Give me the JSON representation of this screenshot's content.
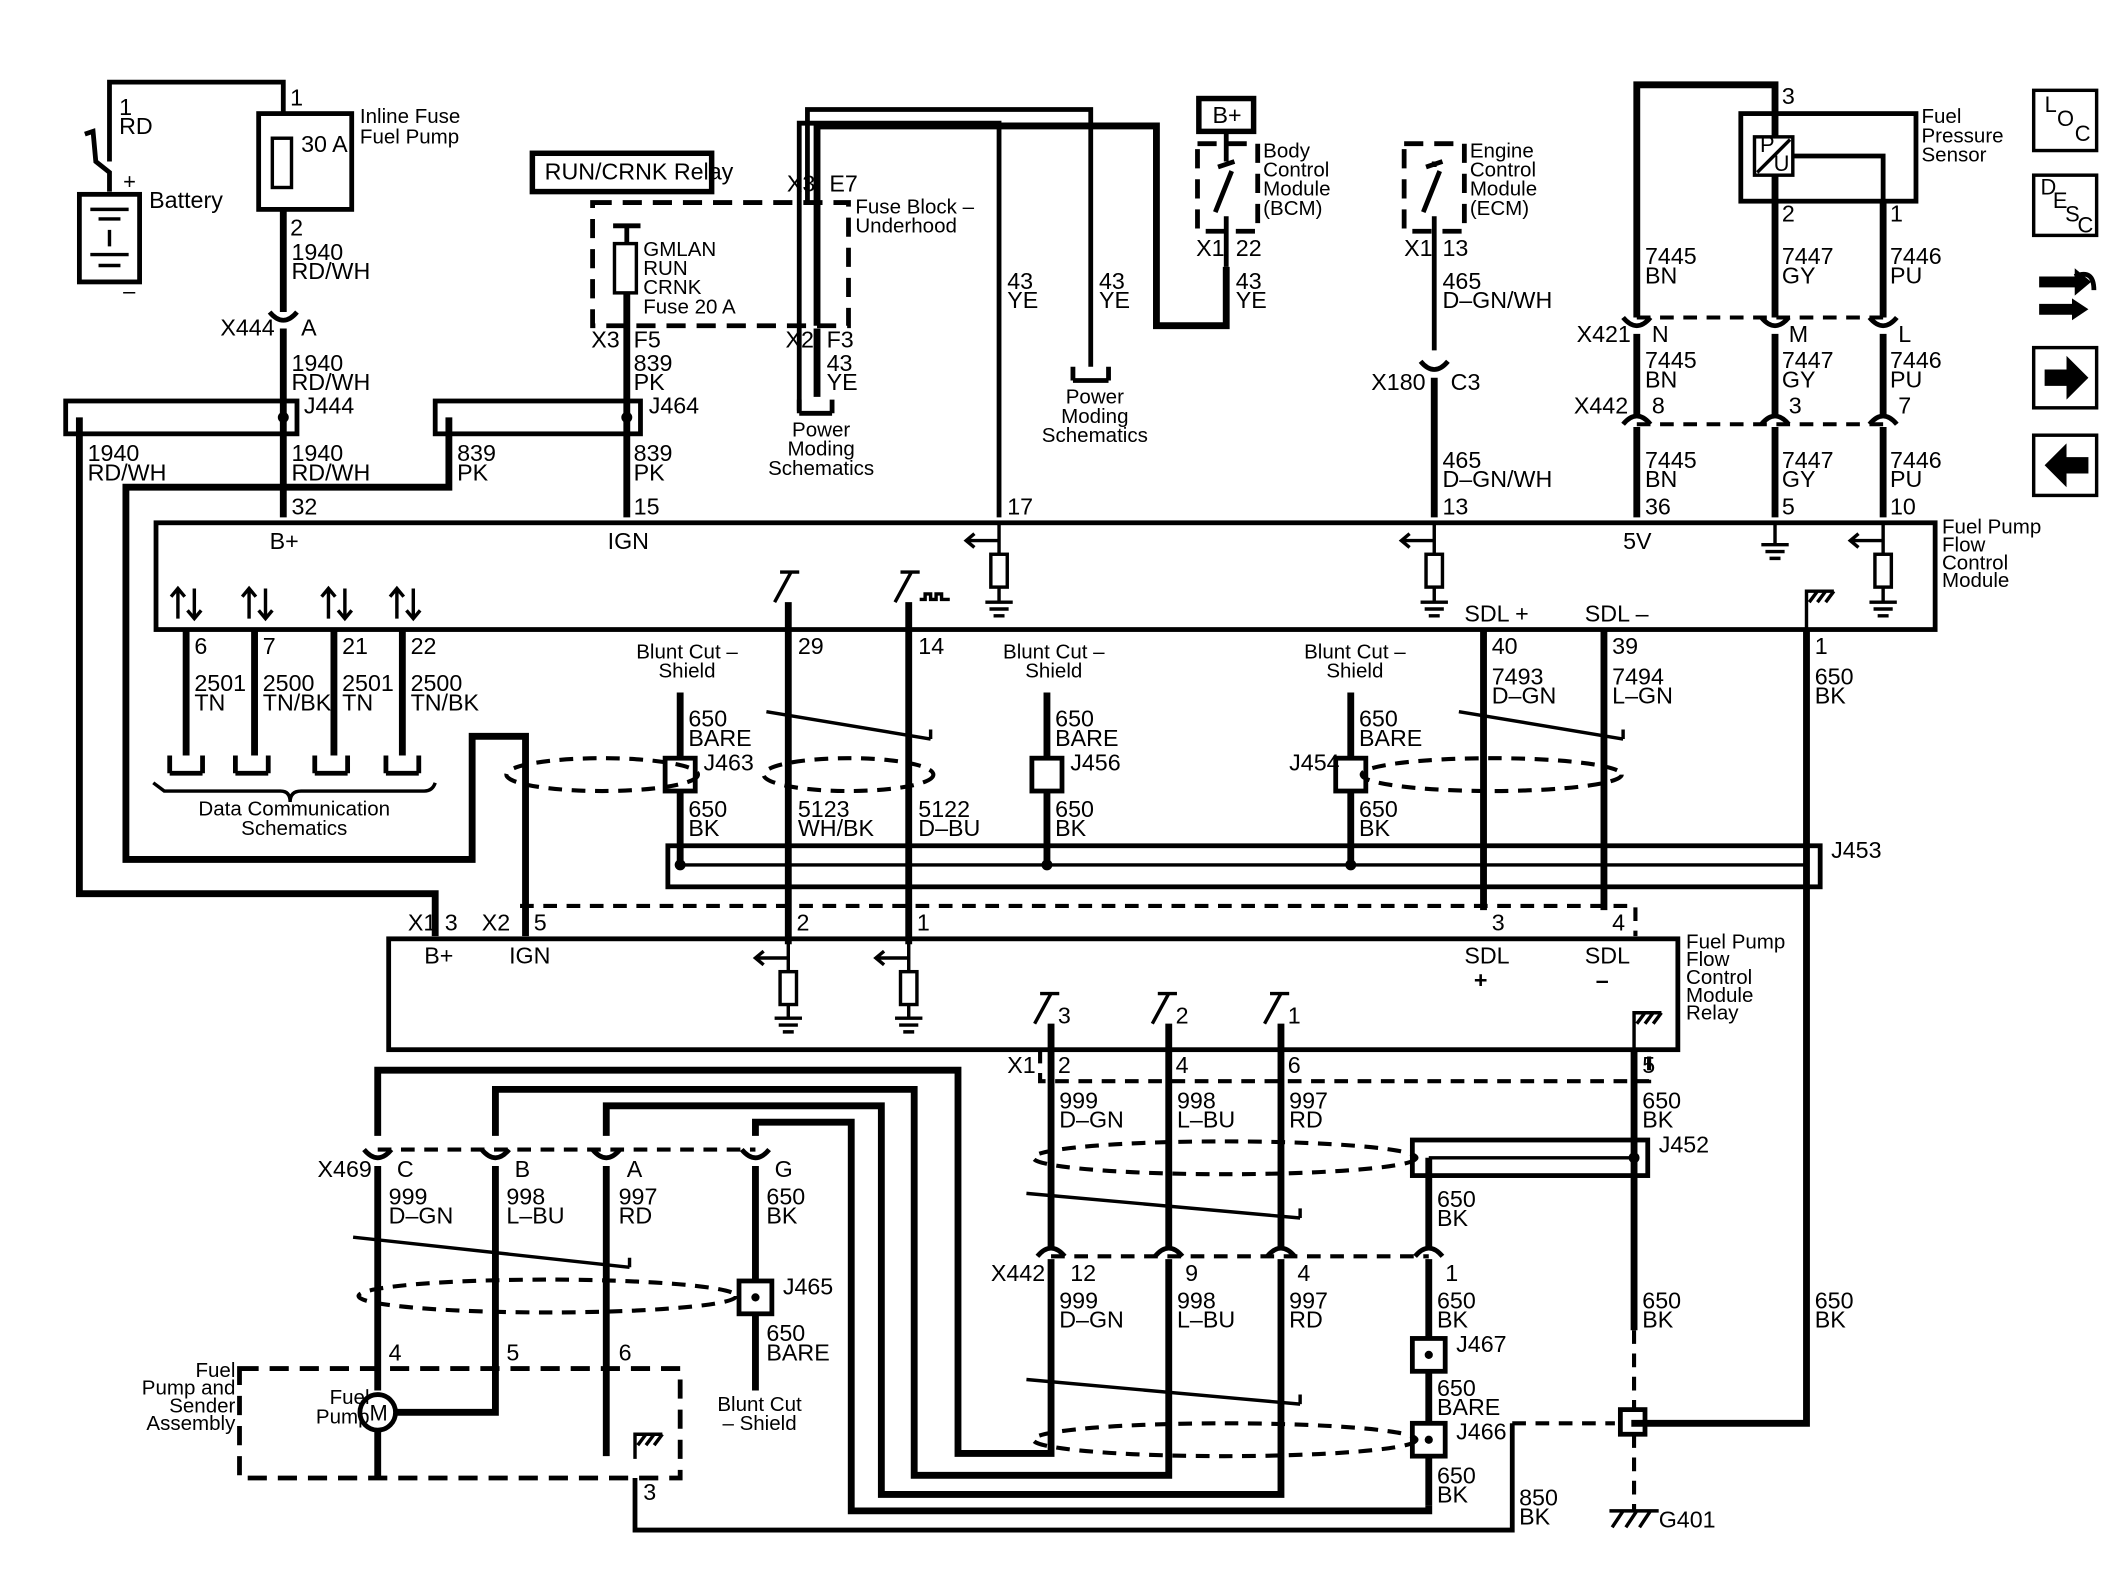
{
  "fuse": {
    "id": "1",
    "wire_in": "1",
    "wire_in_color": "RD",
    "rating": "30 A",
    "name": "Inline Fuse Fuel Pump",
    "pin_out": "2"
  },
  "battery": {
    "label": "Battery"
  },
  "relay_box": {
    "label": "RUN/CRNK Relay"
  },
  "gmlan_fuse": {
    "label": "GMLAN RUN CRNK Fuse 20 A"
  },
  "fuse_block": {
    "label": "Fuse Block – Underhood"
  },
  "bplus_box": {
    "label": "B+"
  },
  "bcm": {
    "label": "Body Control Module (BCM)"
  },
  "ecm": {
    "label": "Engine Control Module (ECM)"
  },
  "sensor": {
    "label": "Fuel Pressure Sensor"
  },
  "power_moding": {
    "label": "Power Moding Schematics"
  },
  "data_comm": {
    "label": "Data Communication Schematics"
  },
  "fpfcm": {
    "label": "Fuel Pump Flow Control Module",
    "bplus": "B+",
    "ign": "IGN",
    "sdl_plus": "SDL +",
    "sdl_minus": "SDL –",
    "v5": "5V"
  },
  "relay": {
    "label": "Fuel Pump Flow Control Module Relay",
    "bplus": "B+",
    "ign": "IGN",
    "sdl": "SDL"
  },
  "pump_assy": {
    "label": "Fuel Pump and Sender Assembly",
    "pump": "Fuel Pump",
    "motor": "M"
  },
  "shield": {
    "label": "Blunt Cut – Shield"
  },
  "ground": {
    "label": "G401"
  },
  "nav": {
    "loc": "LOC",
    "desc": "DESC"
  },
  "labels": {
    "w1940": "1940",
    "rdwh": "RD/WH",
    "w839": "839",
    "pk": "PK",
    "w43": "43",
    "ye": "YE",
    "w465": "465",
    "dgnwh": "D–GN/WH",
    "w7445": "7445",
    "bn": "BN",
    "w7447": "7447",
    "gy": "GY",
    "w7446": "7446",
    "pu": "PU",
    "w2501": "2501",
    "tn": "TN",
    "w2500": "2500",
    "tnbk": "TN/BK",
    "w650": "650",
    "bare": "BARE",
    "bk": "BK",
    "w5123": "5123",
    "whbk": "WH/BK",
    "w5122": "5122",
    "dbu": "D–BU",
    "w7493": "7493",
    "dgn": "D–GN",
    "w7494": "7494",
    "lgn": "L–GN",
    "w999": "999",
    "w998": "998",
    "lbu": "L–BU",
    "w997": "997",
    "rd": "RD",
    "w850": "850"
  },
  "connectors": {
    "x444": "X444",
    "x3": "X3",
    "x2": "X2",
    "x1": "X1",
    "x180": "X180",
    "x421": "X421",
    "x442": "X442",
    "x469": "X469",
    "j444": "J444",
    "j464": "J464",
    "j463": "J463",
    "j456": "J456",
    "j454": "J454",
    "j453": "J453",
    "j452": "J452",
    "j465": "J465",
    "j467": "J467",
    "j466": "J466"
  },
  "pins": {
    "a": "A",
    "f5": "F5",
    "f3": "F3",
    "e7": "E7",
    "p22": "22",
    "p13": "13",
    "c3": "C3",
    "n": "N",
    "m": "M",
    "l": "L",
    "p8": "8",
    "p3": "3",
    "p7": "7",
    "p32": "32",
    "p15": "15",
    "p17": "17",
    "p36": "36",
    "p5": "5",
    "p10": "10",
    "p6": "6",
    "p21": "21",
    "p29": "29",
    "p14": "14",
    "p40": "40",
    "p39": "39",
    "p1": "1",
    "p2": "2",
    "p4": "4",
    "p12": "12",
    "p9": "9",
    "c": "C",
    "b": "B",
    "g": "G"
  }
}
